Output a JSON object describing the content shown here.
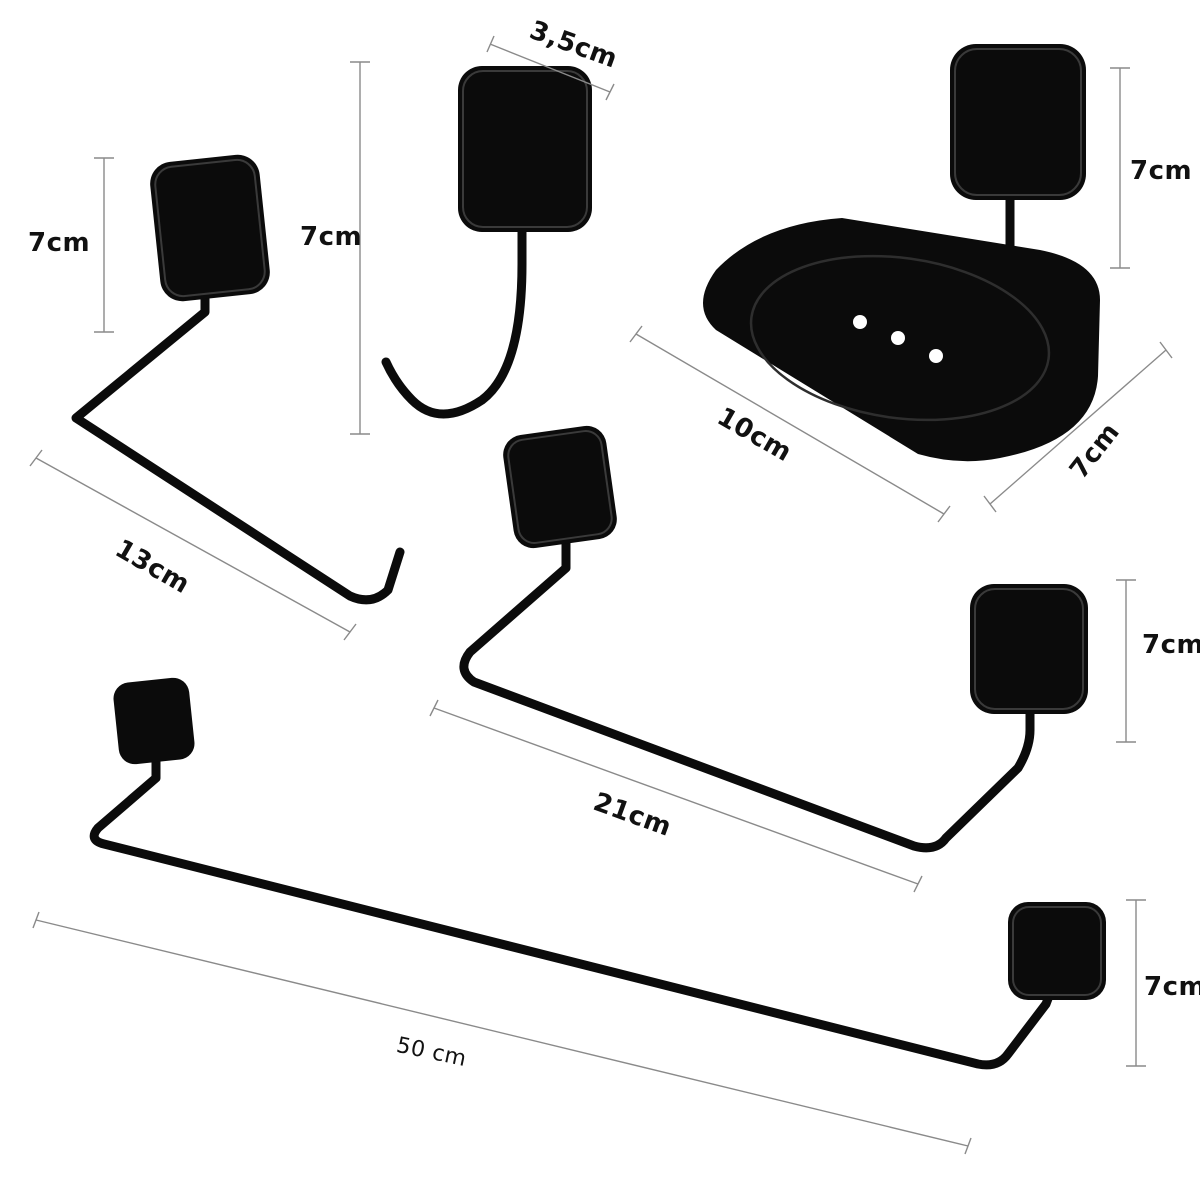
{
  "colors": {
    "metal": "#0b0b0b",
    "dimension_line": "#8a8a8a",
    "background": "#ffffff"
  },
  "items": {
    "toilet_paper_holder": {
      "height_label": "7cm",
      "width_label": "13cm"
    },
    "hook": {
      "height_label": "7cm",
      "width_label": "3,5cm"
    },
    "soap_dish": {
      "height_label": "7cm",
      "width_label": "10cm",
      "depth_label": "7cm"
    },
    "hand_towel_holder": {
      "width_label": "21cm",
      "height_label": "7cm"
    },
    "towel_bar": {
      "width_label": "50 cm",
      "height_label": "7cm"
    }
  }
}
